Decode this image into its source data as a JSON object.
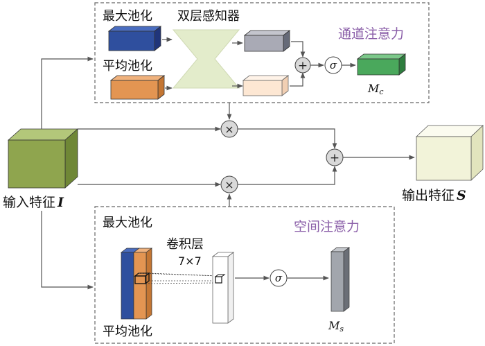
{
  "channel_attention": {
    "title": "通道注意力",
    "max_pool_label": "最大池化",
    "avg_pool_label": "平均池化",
    "mlp_label": "双层感知器",
    "sigmoid_symbol": "σ",
    "add_symbol": "+",
    "output_label_main": "M",
    "output_label_sub": "c"
  },
  "spatial_attention": {
    "title": "空间注意力",
    "max_pool_label": "最大池化",
    "avg_pool_label": "平均池化",
    "conv_label": "卷积层",
    "conv_size": "7×7",
    "sigmoid_symbol": "σ",
    "output_label_main": "M",
    "output_label_sub": "s"
  },
  "input": {
    "label": "输入特征",
    "symbol": "I"
  },
  "output": {
    "label": "输出特征",
    "symbol": "S"
  },
  "operators": {
    "multiply_symbol": "×",
    "add_symbol": "+"
  },
  "colors": {
    "input_cube": "#8fa54e",
    "output_cube": "#f2f3d9",
    "max_pool": "#2f4f9e",
    "avg_pool": "#e39552",
    "mlp": "#e3eccb",
    "mlp_out_max": "#a9aab5",
    "mlp_out_avg": "#fde7d3",
    "channel_out": "#4aa85c",
    "spatial_out": "#a2a6ad",
    "title": "#8a5ea8"
  }
}
